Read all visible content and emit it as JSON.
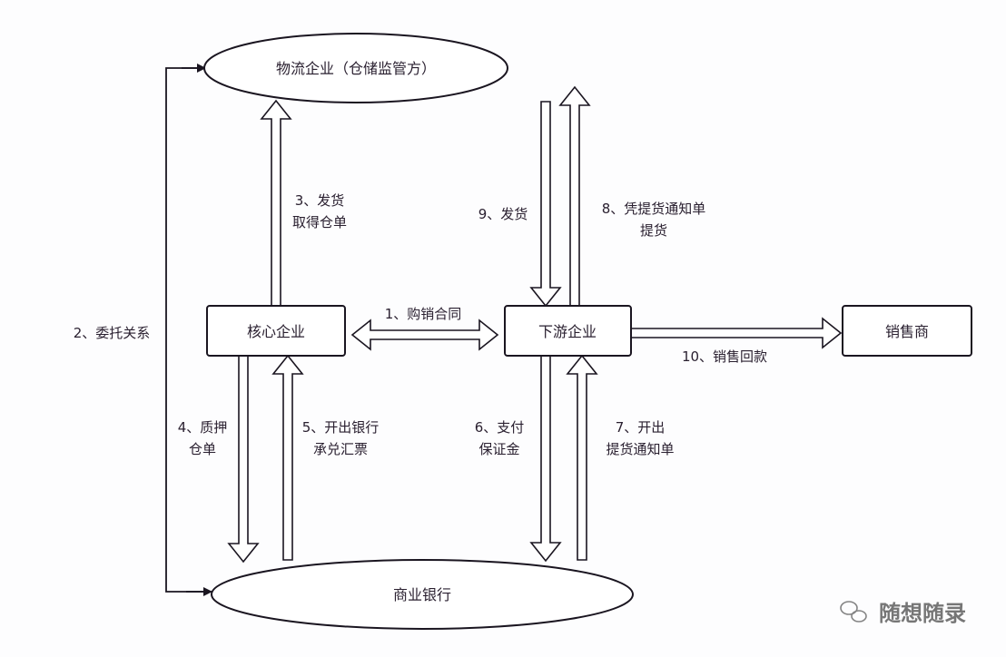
{
  "nodes": {
    "logistics": "物流企业（仓储监管方）",
    "core": "核心企业",
    "downstream": "下游企业",
    "seller": "销售商",
    "bank": "商业银行"
  },
  "edges": {
    "e1": [
      "1、购销合同"
    ],
    "e2": [
      "2、委托关系"
    ],
    "e3": [
      "3、发货",
      "取得仓单"
    ],
    "e4": [
      "4、质押",
      "仓单"
    ],
    "e5": [
      "5、开出银行",
      "承兑汇票"
    ],
    "e6": [
      "6、支付",
      "保证金"
    ],
    "e7": [
      "7、开出",
      "提货通知单"
    ],
    "e8": [
      "8、凭提货通知单",
      "提货"
    ],
    "e9": [
      "9、发货"
    ],
    "e10": [
      "10、销售回款"
    ]
  },
  "watermark": "随想随录"
}
